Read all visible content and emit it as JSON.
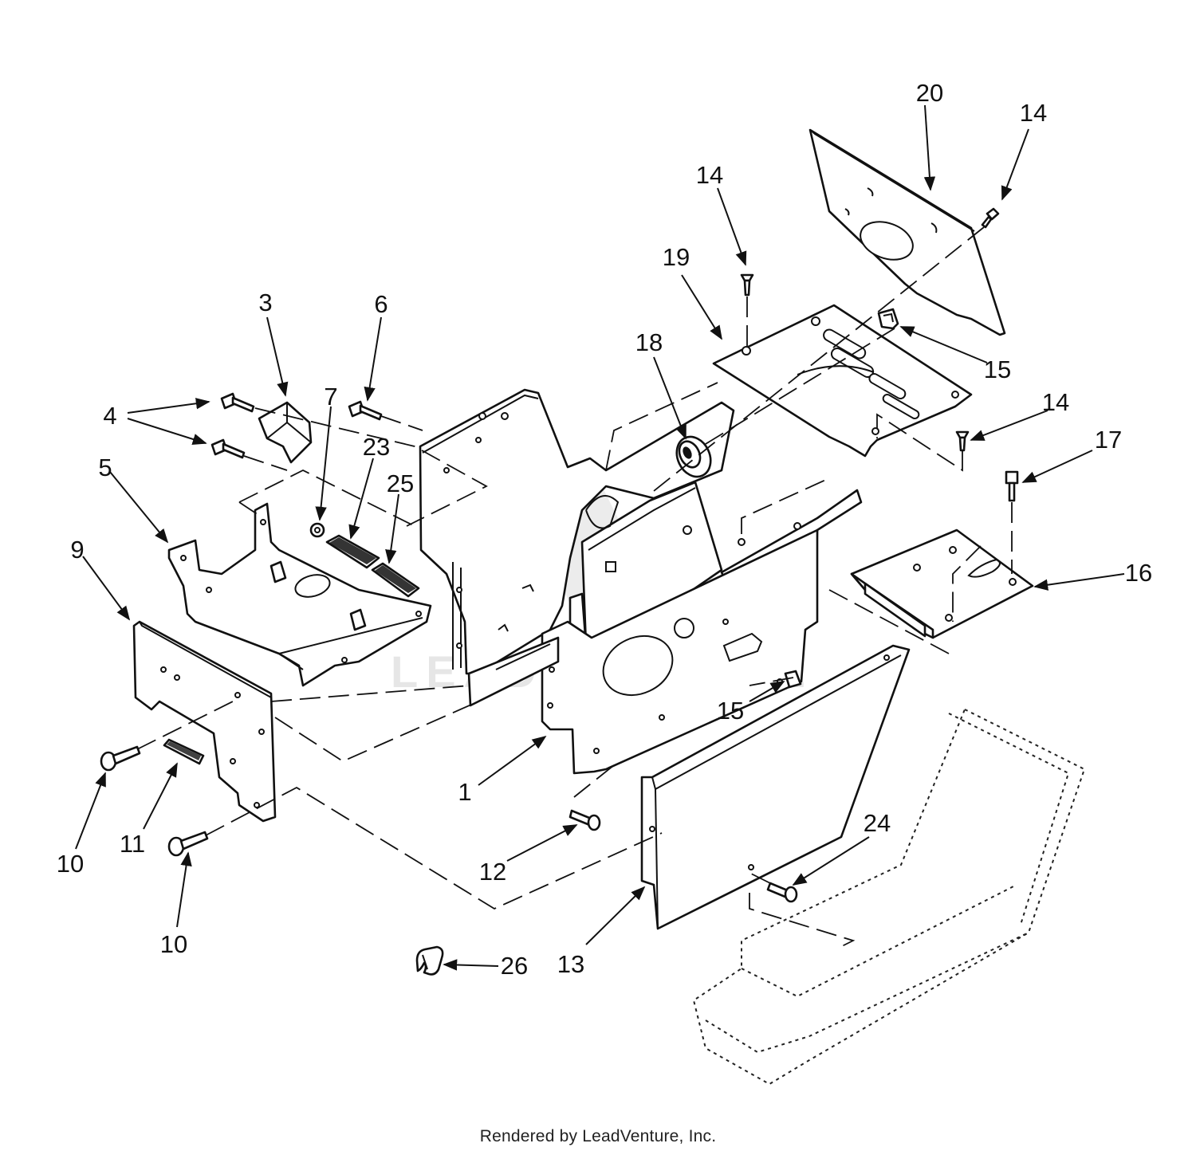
{
  "footer": "Rendered by LeadVenture, Inc.",
  "watermark": "LEADVENTURE",
  "callouts": [
    {
      "id": "c20",
      "text": "20"
    },
    {
      "id": "c14a",
      "text": "14"
    },
    {
      "id": "c14b",
      "text": "14"
    },
    {
      "id": "c19",
      "text": "19"
    },
    {
      "id": "c18",
      "text": "18"
    },
    {
      "id": "c15a",
      "text": "15"
    },
    {
      "id": "c14c",
      "text": "14"
    },
    {
      "id": "c17",
      "text": "17"
    },
    {
      "id": "c16",
      "text": "16"
    },
    {
      "id": "c3",
      "text": "3"
    },
    {
      "id": "c6",
      "text": "6"
    },
    {
      "id": "c4",
      "text": "4"
    },
    {
      "id": "c7",
      "text": "7"
    },
    {
      "id": "c23",
      "text": "23"
    },
    {
      "id": "c25",
      "text": "25"
    },
    {
      "id": "c5",
      "text": "5"
    },
    {
      "id": "c9",
      "text": "9"
    },
    {
      "id": "c15b",
      "text": "15"
    },
    {
      "id": "c1",
      "text": "1"
    },
    {
      "id": "c24",
      "text": "24"
    },
    {
      "id": "c12",
      "text": "12"
    },
    {
      "id": "c11",
      "text": "11"
    },
    {
      "id": "c10a",
      "text": "10"
    },
    {
      "id": "c10b",
      "text": "10"
    },
    {
      "id": "c13",
      "text": "13"
    },
    {
      "id": "c26",
      "text": "26"
    }
  ]
}
